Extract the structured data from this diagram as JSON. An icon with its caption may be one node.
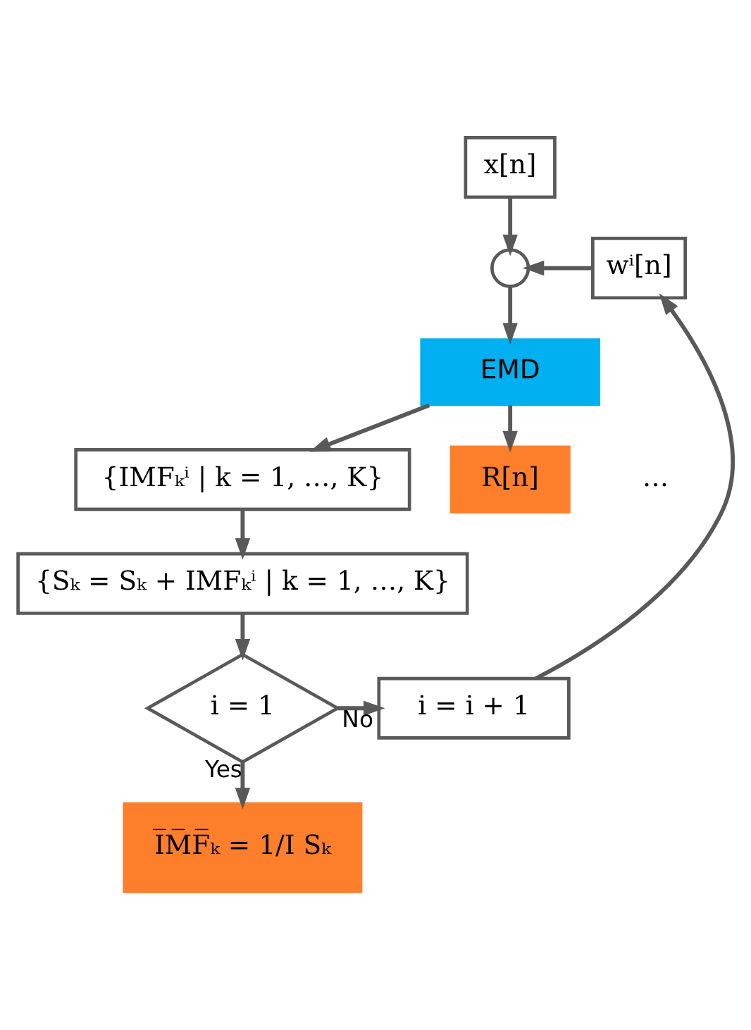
{
  "diagram": {
    "nodes": [
      {
        "text": [
          "x[n]"
        ]
      },
      {
        "text": [],
        "shape": "circle"
      },
      {
        "text": [
          "wⁱ[n]"
        ]
      },
      {
        "text": [
          "EMD"
        ]
      },
      {
        "text": [
          "{IMFₖⁱ | k = 1, …, K}"
        ]
      },
      {
        "text": [
          "R[n]"
        ]
      },
      {
        "text": [
          "{Sₖ = Sₖ + IMFₖⁱ | k = 1, …, K}"
        ]
      },
      {
        "text": [
          "i = 1"
        ]
      },
      {
        "text": [
          "i = i + 1"
        ]
      },
      {
        "text": [
          "I̅M̅F̅ₖ = 1/I Sₖ"
        ]
      }
    ],
    "edges": [
      {
        "from": 0,
        "to": 1,
        "arrow": "to"
      },
      {
        "from": 2,
        "to": 1,
        "arrow": "to"
      },
      {
        "from": 1,
        "to": 3,
        "arrow": "to"
      },
      {
        "from": 3,
        "to": 4,
        "arrow": "to"
      },
      {
        "from": 3,
        "to": 5,
        "arrow": "to"
      },
      {
        "from": 4,
        "to": 6,
        "arrow": "to"
      },
      {
        "from": 6,
        "to": 7,
        "arrow": "to"
      },
      {
        "from": 7,
        "to": 8,
        "arrow": "to",
        "label": "No"
      },
      {
        "from": 7,
        "to": 9,
        "arrow": "to",
        "label": "Yes"
      },
      {
        "from": 8,
        "to": 2,
        "arrow": "to"
      }
    ],
    "labels": [
      "…"
    ]
  }
}
